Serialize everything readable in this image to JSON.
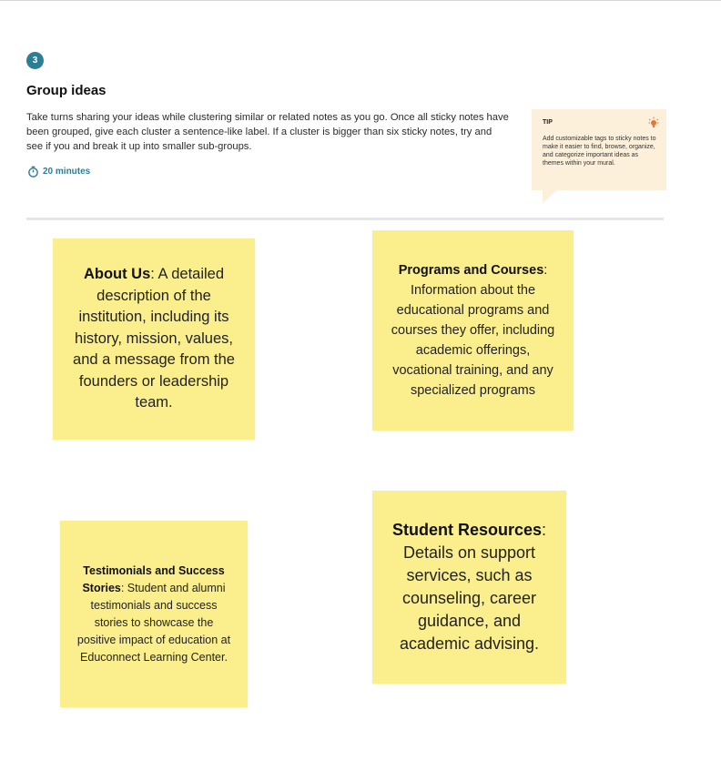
{
  "step": {
    "number": "3"
  },
  "header": {
    "title": "Group ideas",
    "description": "Take turns sharing your ideas while clustering similar or related notes as you go. Once all sticky notes have been grouped, give each cluster a sentence-like label. If a cluster is bigger than six sticky notes, try and see if you and break it up into smaller sub-groups.",
    "timer": "20 minutes",
    "timer_icon": "stopwatch-icon"
  },
  "tip": {
    "label": "TIP",
    "text": "Add customizable tags to sticky notes to make it easier to find, browse, organize, and categorize important ideas as themes within your mural.",
    "icon": "lightbulb-icon",
    "accent": "#e8743b"
  },
  "colors": {
    "accent": "#2a7f97",
    "note": "#fbee8d",
    "tip_bg": "#fcf0da"
  },
  "notes": [
    {
      "title": "About Us",
      "body": ": A detailed description of the institution, including its history, mission, values, and a message from the founders or leadership team."
    },
    {
      "title": "Programs and Courses",
      "body": ": Information about the educational programs and courses they offer, including academic offerings, vocational training, and any specialized programs"
    },
    {
      "title": "Testimonials and Success Stories",
      "body": ": Student and alumni testimonials and success stories to showcase the positive impact of education at Educonnect Learning Center."
    },
    {
      "title": "Student Resources",
      "body": ": Details on support services, such as counseling, career guidance, and academic advising."
    }
  ]
}
